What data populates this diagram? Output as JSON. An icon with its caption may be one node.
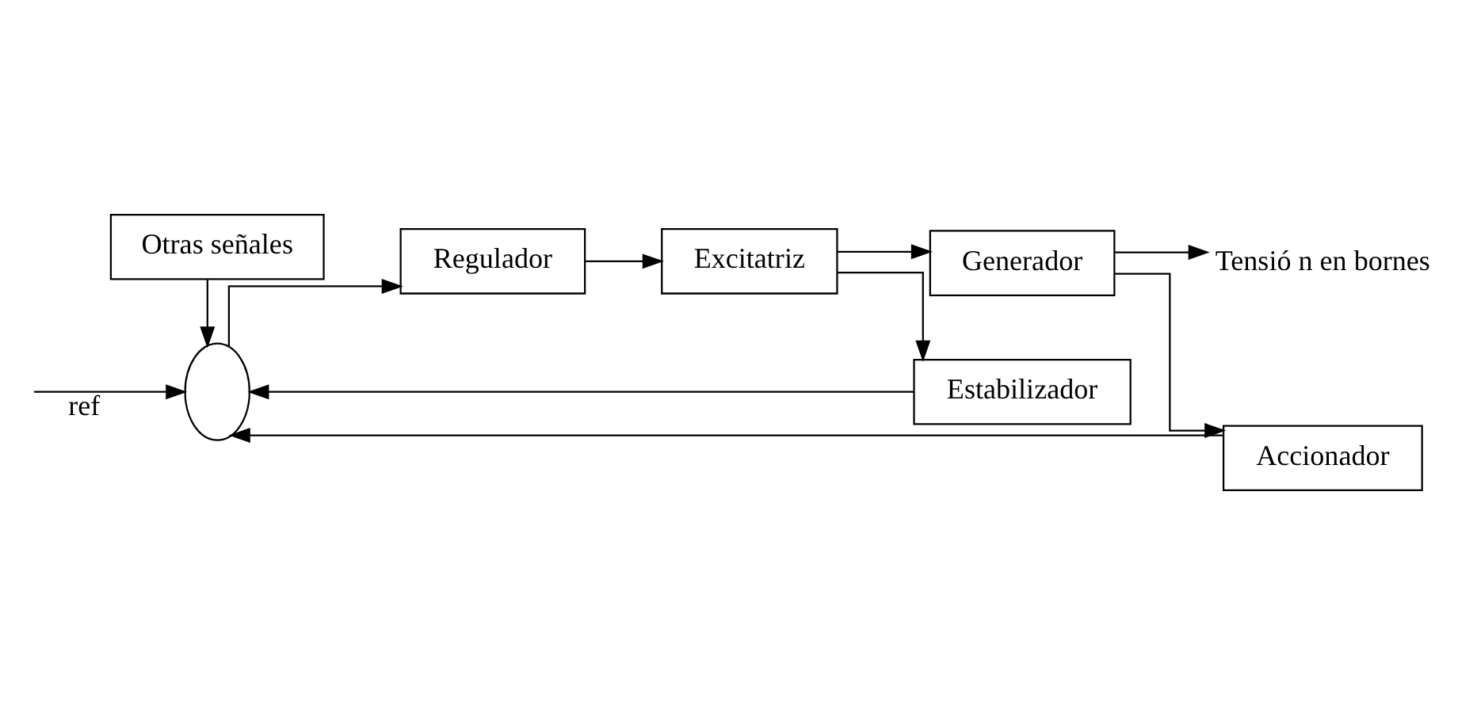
{
  "diagram": {
    "nodes": [
      {
        "text": [
          "Otras señales"
        ]
      },
      {
        "text": [],
        "shape": "circle"
      },
      {
        "text": [
          "Regulador"
        ]
      },
      {
        "text": [
          "Excitatriz"
        ]
      },
      {
        "text": [
          "Generador"
        ]
      },
      {
        "text": [
          "Estabilizador"
        ]
      },
      {
        "text": [
          "Accionador"
        ]
      }
    ],
    "edges": [
      {
        "from": 0,
        "to": 1,
        "arrow": "to"
      },
      {
        "from": null,
        "to": 1,
        "arrow": "to",
        "label": "ref"
      },
      {
        "from": 1,
        "to": 2,
        "arrow": "to"
      },
      {
        "from": 2,
        "to": 3,
        "arrow": "to"
      },
      {
        "from": 3,
        "to": 4,
        "arrow": "to"
      },
      {
        "from": 3,
        "to": 5,
        "arrow": "to"
      },
      {
        "from": 5,
        "to": 1,
        "arrow": "to"
      },
      {
        "from": 4,
        "to": 6,
        "arrow": "to"
      },
      {
        "from": 6,
        "to": 1,
        "arrow": "to"
      },
      {
        "from": 4,
        "to": null,
        "arrow": "to",
        "label": "Tensió n en bornes"
      }
    ]
  }
}
